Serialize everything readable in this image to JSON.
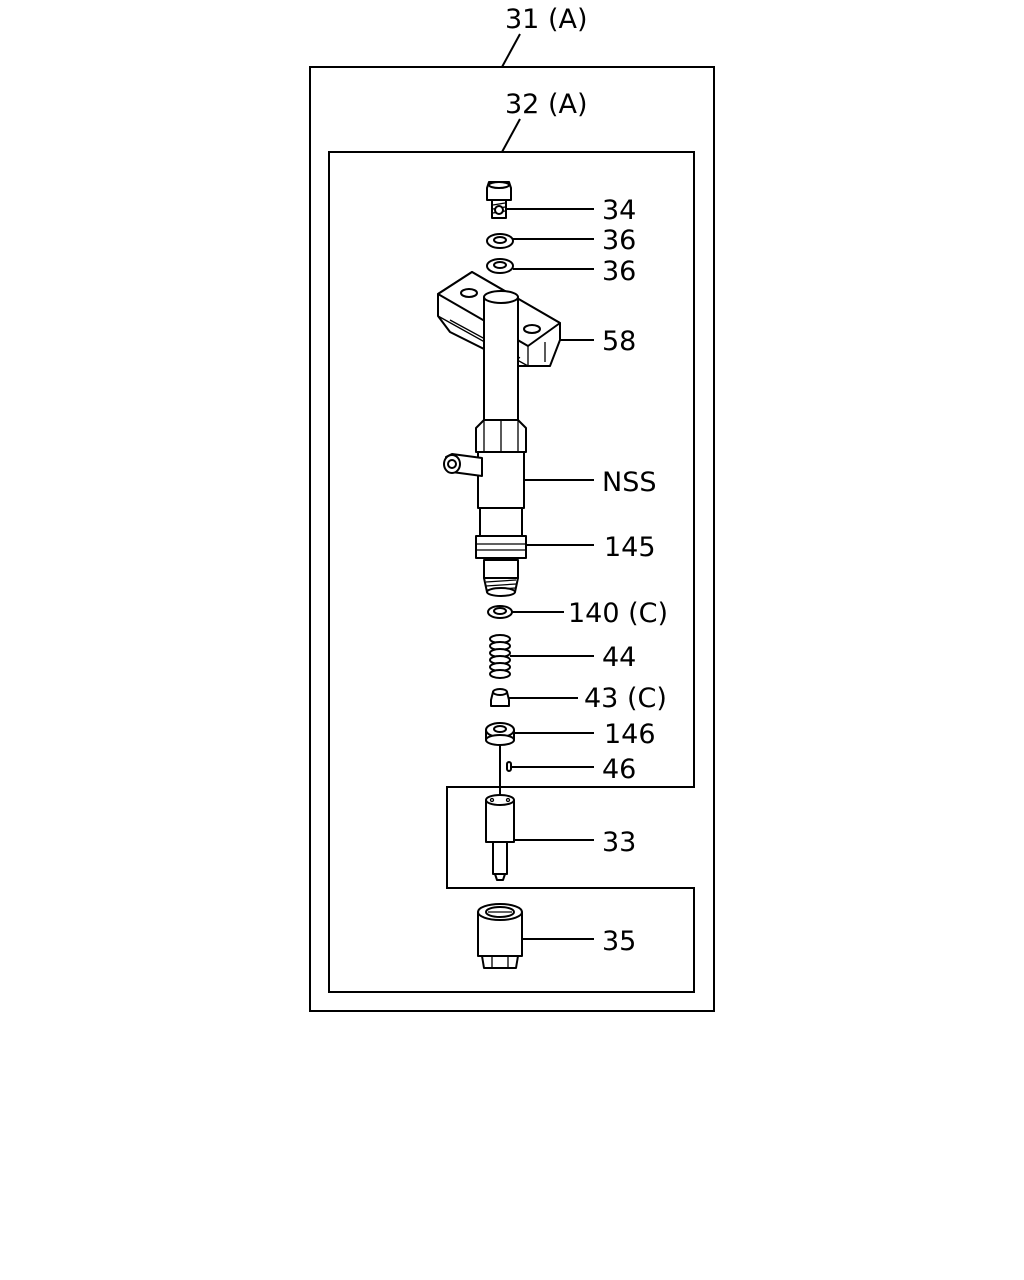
{
  "assembly_outer": {
    "label": "31 (A)"
  },
  "assembly_inner": {
    "label": "32 (A)"
  },
  "callouts": [
    {
      "id": "bolt",
      "label": "34"
    },
    {
      "id": "washer-upper",
      "label": "36"
    },
    {
      "id": "washer-lower",
      "label": "36"
    },
    {
      "id": "bracket",
      "label": "58"
    },
    {
      "id": "nozzle-holder",
      "label": "NSS"
    },
    {
      "id": "o-ring",
      "label": "145"
    },
    {
      "id": "shim",
      "label": "140 (C)"
    },
    {
      "id": "spring",
      "label": "44"
    },
    {
      "id": "spring-seat",
      "label": "43 (C)"
    },
    {
      "id": "spacer",
      "label": "146"
    },
    {
      "id": "pin",
      "label": "46"
    },
    {
      "id": "nozzle",
      "label": "33"
    },
    {
      "id": "retaining-nut",
      "label": "35"
    }
  ]
}
